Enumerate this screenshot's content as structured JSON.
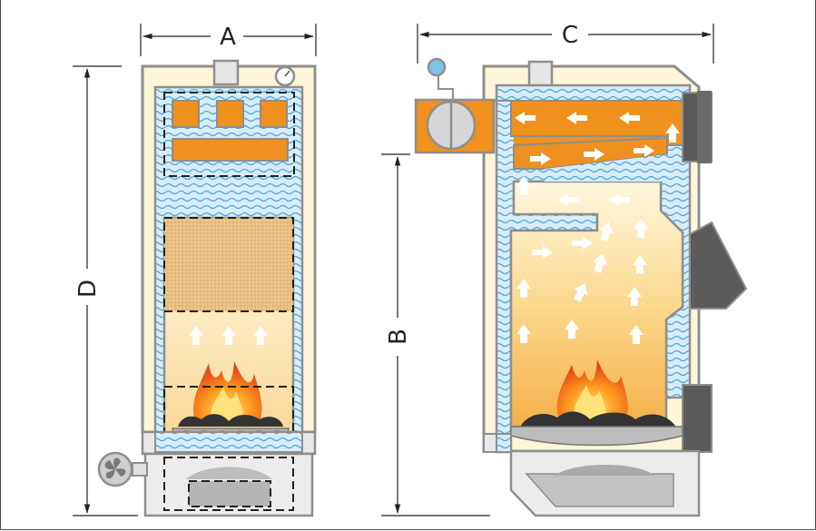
{
  "dimensions": {
    "a": "A",
    "b": "B",
    "c": "C",
    "d": "D"
  },
  "colors": {
    "outline": "#8a8a8a",
    "casing": "#fdf6d8",
    "water": "#cfe6f5",
    "water_wave": "#4ea7dc",
    "flue": "#f0901e",
    "chamber_top": "#fbeec8",
    "chamber_bottom": "#f7b24a",
    "dark_metal": "#505050",
    "fan": "#c8c8c8"
  },
  "icons": [
    "fan-icon",
    "thermometer-icon",
    "flame-icon",
    "arrow-icon",
    "door-icon"
  ]
}
